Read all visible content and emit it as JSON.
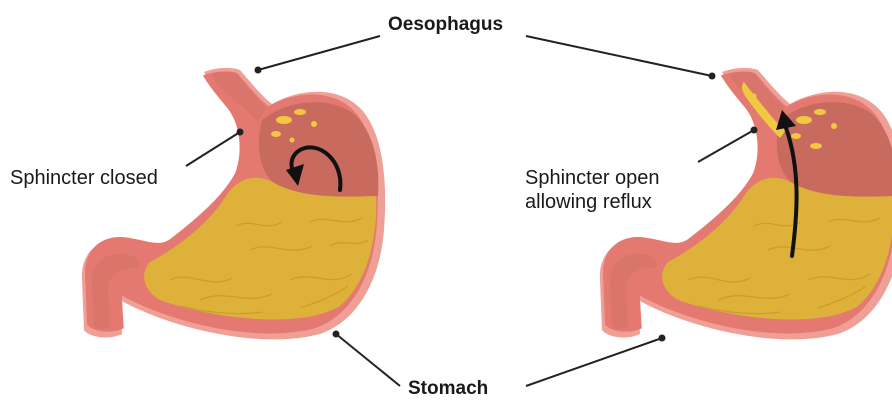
{
  "labels": {
    "oesophagus": "Oesophagus",
    "stomach": "Stomach",
    "sphincter_closed": "Sphincter closed",
    "sphincter_open_line1": "Sphincter open",
    "sphincter_open_line2": "allowing reflux"
  },
  "colors": {
    "stomach_wall": "#ef9f96",
    "wall_inner": "#e37970",
    "gastric_contents": "#deb23a",
    "contents_texture": "#c99a22",
    "acid_splash": "#f2c842",
    "upper_mucosa": "#c96a5f",
    "leader_line": "#222222",
    "arrow": "#111111"
  }
}
